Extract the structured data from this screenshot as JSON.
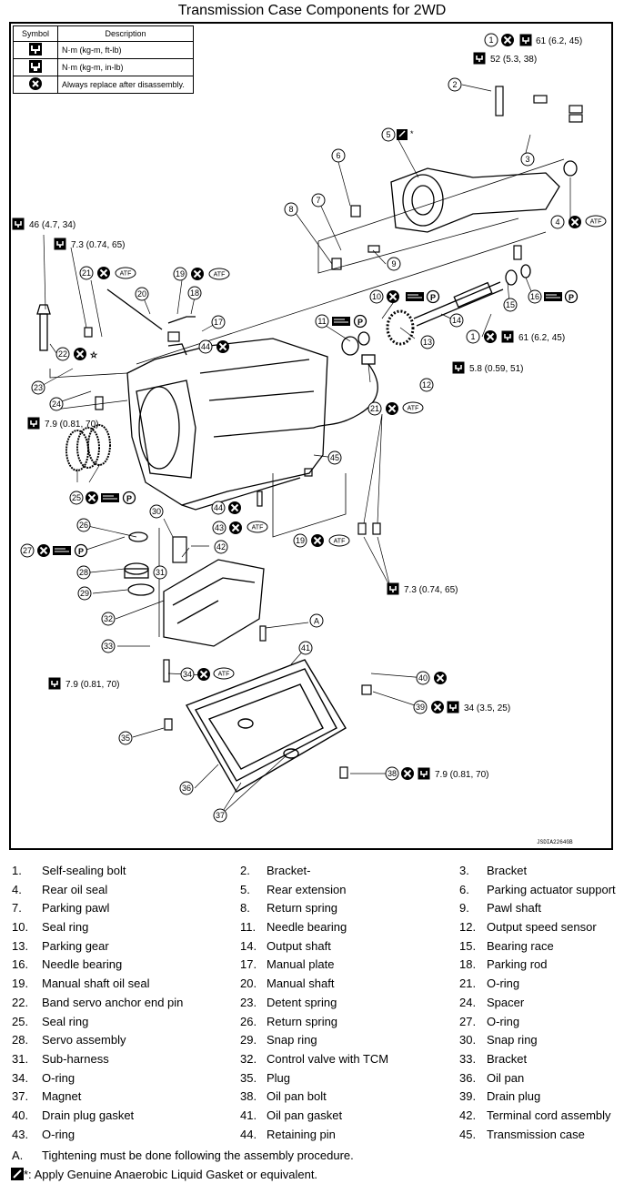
{
  "title": "Transmission Case Components for 2WD",
  "legend": {
    "headers": [
      "Symbol",
      "Description"
    ],
    "rows": [
      {
        "icon": "torque-wrench-icon",
        "desc": "N·m (kg-m, ft-lb)"
      },
      {
        "icon": "torque-wrench-small-icon",
        "desc": "N·m (kg-m, in-lb)"
      },
      {
        "icon": "replace-x-icon",
        "desc": "Always replace after disassembly."
      }
    ]
  },
  "callouts": {
    "t1": "61 (6.2, 45)",
    "t2": "52 (5.3, 38)",
    "t3": "46 (4.7, 34)",
    "t4": "7.3 (0.74, 65)",
    "t5": "61 (6.2, 45)",
    "t6": "5.8 (0.59, 51)",
    "t7": "7.9 (0.81, 70)",
    "t8": "7.3 (0.74, 65)",
    "t9": "7.9 (0.81, 70)",
    "t10": "34 (3.5, 25)",
    "t11": "7.9 (0.81, 70)",
    "atf": "ATF",
    "p": "P",
    "a": "A",
    "star": "*"
  },
  "image_code": "JSDIA2264GB",
  "parts": [
    [
      "1.",
      "Self-sealing bolt"
    ],
    [
      "2.",
      "Bracket-"
    ],
    [
      "3.",
      "Bracket"
    ],
    [
      "4.",
      "Rear oil seal"
    ],
    [
      "5.",
      "Rear extension"
    ],
    [
      "6.",
      "Parking actuator support"
    ],
    [
      "7.",
      "Parking pawl"
    ],
    [
      "8.",
      "Return spring"
    ],
    [
      "9.",
      "Pawl shaft"
    ],
    [
      "10.",
      "Seal ring"
    ],
    [
      "11.",
      "Needle bearing"
    ],
    [
      "12.",
      "Output speed sensor"
    ],
    [
      "13.",
      "Parking gear"
    ],
    [
      "14.",
      "Output shaft"
    ],
    [
      "15.",
      "Bearing race"
    ],
    [
      "16.",
      "Needle bearing"
    ],
    [
      "17.",
      "Manual plate"
    ],
    [
      "18.",
      "Parking rod"
    ],
    [
      "19.",
      "Manual shaft oil seal"
    ],
    [
      "20.",
      "Manual shaft"
    ],
    [
      "21.",
      "O-ring"
    ],
    [
      "22.",
      "Band servo anchor end pin"
    ],
    [
      "23.",
      "Detent spring"
    ],
    [
      "24.",
      "Spacer"
    ],
    [
      "25.",
      "Seal ring"
    ],
    [
      "26.",
      "Return spring"
    ],
    [
      "27.",
      "O-ring"
    ],
    [
      "28.",
      "Servo assembly"
    ],
    [
      "29.",
      "Snap ring"
    ],
    [
      "30.",
      "Snap ring"
    ],
    [
      "31.",
      "Sub-harness"
    ],
    [
      "32.",
      "Control valve with TCM"
    ],
    [
      "33.",
      "Bracket"
    ],
    [
      "34.",
      "O-ring"
    ],
    [
      "35.",
      "Plug"
    ],
    [
      "36.",
      "Oil pan"
    ],
    [
      "37.",
      "Magnet"
    ],
    [
      "38.",
      "Oil pan bolt"
    ],
    [
      "39.",
      "Drain plug"
    ],
    [
      "40.",
      "Drain plug gasket"
    ],
    [
      "41.",
      "Oil pan gasket"
    ],
    [
      "42.",
      "Terminal cord assembly"
    ],
    [
      "43.",
      "O-ring"
    ],
    [
      "44.",
      "Retaining pin"
    ],
    [
      "45.",
      "Transmission case"
    ]
  ],
  "notes": {
    "a_label": "A.",
    "a_text": "Tightening must be done following the assembly procedure.",
    "b_text": "*: Apply Genuine Anaerobic Liquid Gasket or equivalent."
  }
}
